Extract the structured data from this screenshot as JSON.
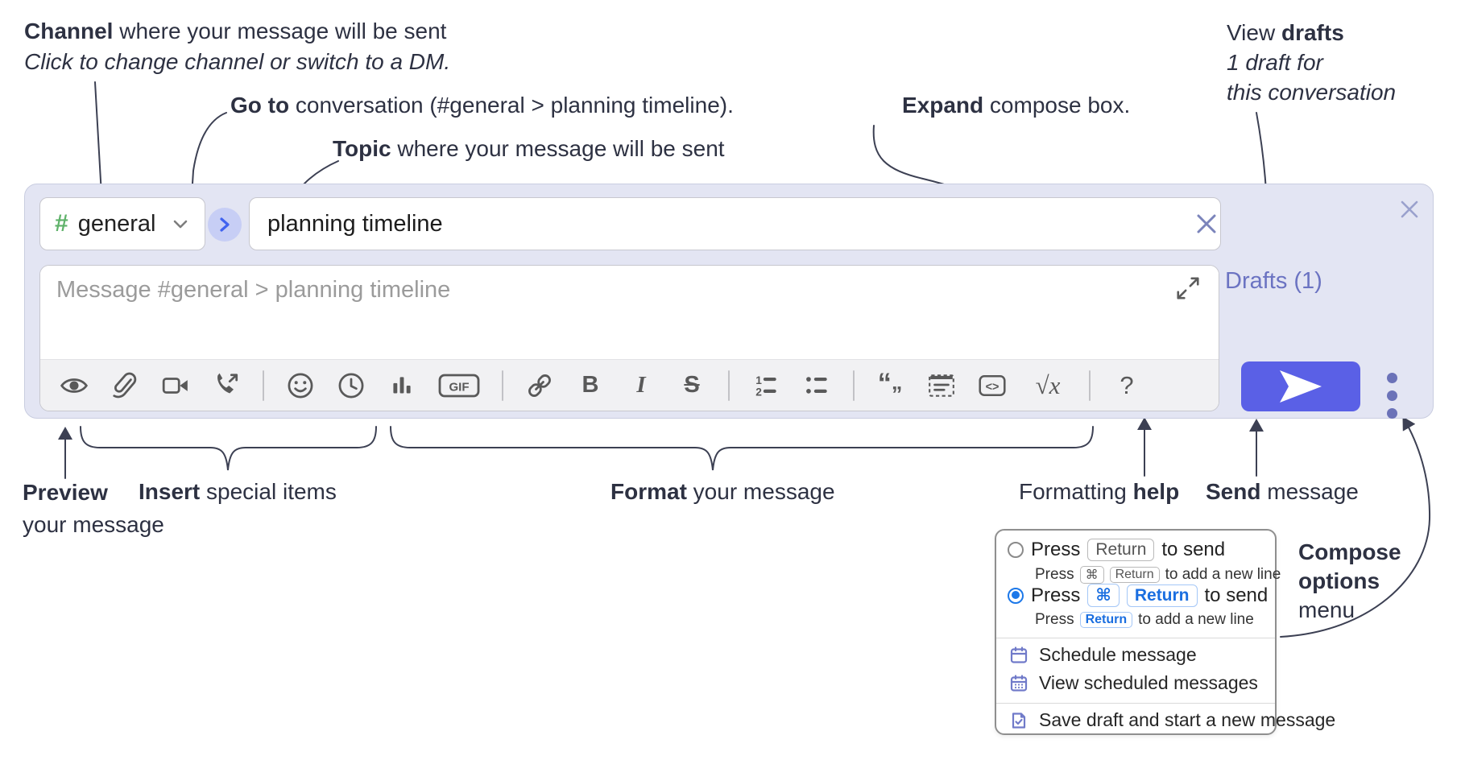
{
  "annotations": {
    "channel_bold": "Channel",
    "channel_rest": " where your message will be sent",
    "channel_sub": "Click to change channel or switch to a DM.",
    "goto_bold": "Go to",
    "goto_rest": " conversation (#general > planning timeline).",
    "topic_bold": "Topic",
    "topic_rest": " where your message will be sent",
    "expand_bold": "Expand",
    "expand_rest": " compose box.",
    "drafts_line1_pre": "View ",
    "drafts_line1_bold": "drafts",
    "drafts_line2": "1 draft for",
    "drafts_line3": "this conversation",
    "preview_bold": "Preview",
    "preview_line2": "your message",
    "insert_bold": "Insert",
    "insert_rest": " special items",
    "format_bold": "Format",
    "format_rest": " your message",
    "help_pre": "Formatting ",
    "help_bold": "help",
    "send_bold": "Send",
    "send_rest": " message",
    "compose_line1": "Compose",
    "compose_line2": "options",
    "compose_line3": "menu"
  },
  "compose": {
    "channel_hash": "#",
    "channel_name": "general",
    "topic_value": "planning timeline",
    "message_placeholder": "Message #general > planning timeline",
    "drafts_label": "Drafts (1)"
  },
  "toolbar": {
    "icons": [
      "preview-eye-icon",
      "attach-paperclip-icon",
      "video-call-icon",
      "audio-call-icon",
      "emoji-icon",
      "time-icon",
      "poll-icon",
      "gif-icon",
      "link-icon",
      "bold-icon",
      "italic-icon",
      "strikethrough-icon",
      "ordered-list-icon",
      "bullet-list-icon",
      "quote-icon",
      "spoiler-icon",
      "code-icon",
      "math-icon",
      "help-icon"
    ],
    "gif_label": "GIF",
    "bold_label": "B",
    "italic_label": "I",
    "strike_label": "S",
    "ol_digit1": "1",
    "ol_digit2": "2",
    "quote_open": "“",
    "quote_close": "„",
    "code_label": "<>",
    "math_label": "√x",
    "help_label": "?"
  },
  "menu": {
    "press": "Press",
    "return_key": "Return",
    "cmd_key": "⌘",
    "to_send": "to send",
    "to_new_line": "to add a new line",
    "schedule": "Schedule message",
    "view_scheduled": "View scheduled messages",
    "save_draft": "Save draft and start a new message"
  },
  "colors": {
    "send_button": "#5a60e6",
    "drafts_link": "#6b73c2",
    "radio_selected": "#1c78e9",
    "channel_hash_green": "#5fb26a",
    "compose_background": "#e3e5f3"
  }
}
